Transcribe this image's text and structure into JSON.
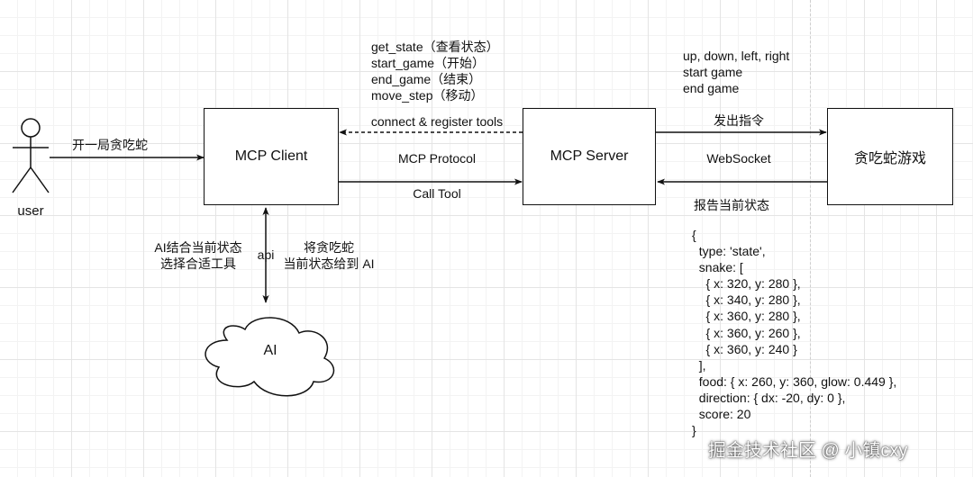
{
  "actor": {
    "label": "user"
  },
  "nodes": {
    "mcp_client": "MCP Client",
    "mcp_server": "MCP Server",
    "snake_game": "贪吃蛇游戏",
    "ai": "AI"
  },
  "edges": {
    "user_to_client": "开一局贪吃蛇",
    "server_to_client": "connect & register tools",
    "protocol": "MCP Protocol",
    "call_tool": "Call Tool",
    "server_to_game": "发出指令",
    "websocket": "WebSocket",
    "report_state": "报告当前状态",
    "api": "api",
    "ai_to_client": "AI结合当前状态\n选择合适工具",
    "client_to_ai": "将贪吃蛇\n当前状态给到 AI"
  },
  "tools_list": "get_state（查看状态）\nstart_game（开始）\nend_game（结束）\nmove_step（移动）",
  "game_commands": "up, down, left, right\nstart game\nend game",
  "state_json": "{\n  type: 'state',\n  snake: [\n    { x: 320, y: 280 },\n    { x: 340, y: 280 },\n    { x: 360, y: 280 },\n    { x: 360, y: 260 },\n    { x: 360, y: 240 }\n  ],\n  food: { x: 260, y: 360, glow: 0.449 },\n  direction: { dx: -20, dy: 0 },\n  score: 20\n}",
  "watermark": "掘金技术社区 @ 小镇cxy"
}
